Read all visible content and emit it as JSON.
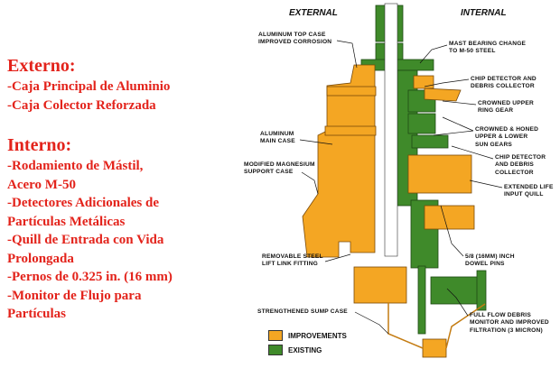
{
  "slide": {
    "externo_title": "Externo:",
    "externo_items": [
      "-Caja Principal de Aluminio",
      "-Caja Colector Reforzada"
    ],
    "interno_title": "Interno:",
    "interno_lines": [
      "-Rodamiento de Mástil,",
      " Acero M-50",
      "-Detectores Adicionales de",
      " Partículas Metálicas",
      "-Quill de Entrada con Vida",
      " Prolongada",
      "-Pernos de 0.325 in. (16 mm)",
      "-Monitor de Flujo para",
      " Partículas"
    ]
  },
  "diagram": {
    "external_header": "EXTERNAL",
    "internal_header": "INTERNAL",
    "labels": {
      "top_case": [
        "ALUMINUM TOP CASE",
        "IMPROVED CORROSION"
      ],
      "main_case": [
        "ALUMINUM",
        "MAIN CASE"
      ],
      "support_case": [
        "MODIFIED MAGNESIUM",
        "SUPPORT CASE"
      ],
      "lift_link": [
        "REMOVABLE STEEL",
        "LIFT LINK FITTING"
      ],
      "sump_case": [
        "STRENGTHENED SUMP CASE"
      ],
      "mast_bearing": [
        "MAST BEARING CHANGE",
        "TO M-50 STEEL"
      ],
      "chip_detector_1": [
        "CHIP DETECTOR AND",
        "DEBRIS COLLECTOR"
      ],
      "ring_gear": [
        "CROWNED UPPER",
        "RING GEAR"
      ],
      "sun_gears": [
        "CROWNED & HONED",
        "UPPER & LOWER",
        "SUN GEARS"
      ],
      "chip_detector_2": [
        "CHIP DETECTOR",
        "AND DEBRIS",
        "COLLECTOR"
      ],
      "input_quill": [
        "EXTENDED LIFE",
        "INPUT QUILL"
      ],
      "dowel_pins": [
        "5/8 (16MM) INCH",
        "DOWEL PINS"
      ],
      "debris_monitor": [
        "FULL FLOW DEBRIS",
        "MONITOR AND IMPROVED",
        "FILTRATION (3 MICRON)"
      ]
    },
    "legend": [
      {
        "label": "IMPROVEMENTS",
        "color": "#f4a623"
      },
      {
        "label": "EXISTING",
        "color": "#3f8a2a"
      }
    ]
  }
}
